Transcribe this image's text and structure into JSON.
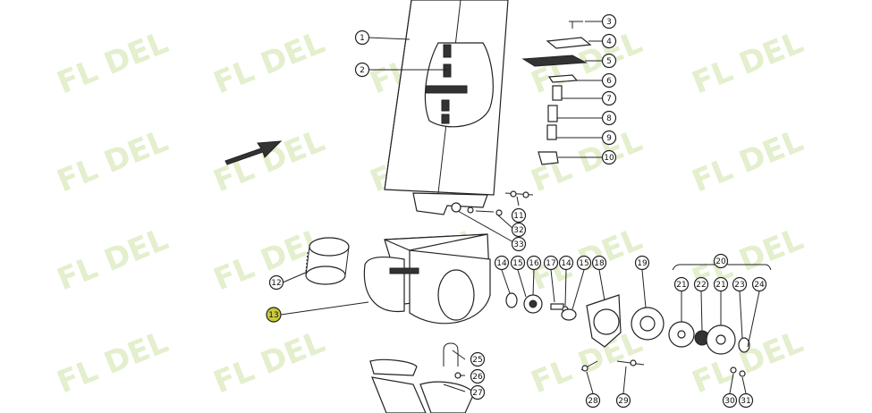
{
  "watermark": {
    "text": "FL DEL",
    "color": "#e3efcd"
  },
  "highlight_color": "#c9cc3a",
  "callouts": [
    {
      "id": "c1",
      "text": "1"
    },
    {
      "id": "c2",
      "text": "2"
    },
    {
      "id": "c3",
      "text": "3"
    },
    {
      "id": "c4",
      "text": "4"
    },
    {
      "id": "c5",
      "text": "5"
    },
    {
      "id": "c6",
      "text": "6"
    },
    {
      "id": "c7",
      "text": "7"
    },
    {
      "id": "c8",
      "text": "8"
    },
    {
      "id": "c9",
      "text": "9"
    },
    {
      "id": "c10",
      "text": "10"
    },
    {
      "id": "c11",
      "text": "11"
    },
    {
      "id": "c12",
      "text": "12"
    },
    {
      "id": "c13",
      "text": "13",
      "highlighted": true
    },
    {
      "id": "c14a",
      "text": "14"
    },
    {
      "id": "c15a",
      "text": "15"
    },
    {
      "id": "c16",
      "text": "16"
    },
    {
      "id": "c17",
      "text": "17"
    },
    {
      "id": "c14b",
      "text": "14"
    },
    {
      "id": "c15b",
      "text": "15"
    },
    {
      "id": "c18",
      "text": "18"
    },
    {
      "id": "c19",
      "text": "19"
    },
    {
      "id": "c20",
      "text": "20"
    },
    {
      "id": "c21a",
      "text": "21"
    },
    {
      "id": "c22",
      "text": "22"
    },
    {
      "id": "c21b",
      "text": "21"
    },
    {
      "id": "c23",
      "text": "23"
    },
    {
      "id": "c24",
      "text": "24"
    },
    {
      "id": "c25",
      "text": "25"
    },
    {
      "id": "c26",
      "text": "26"
    },
    {
      "id": "c27",
      "text": "27"
    },
    {
      "id": "c28",
      "text": "28"
    },
    {
      "id": "c29",
      "text": "29"
    },
    {
      "id": "c30",
      "text": "30"
    },
    {
      "id": "c31",
      "text": "31"
    },
    {
      "id": "c32",
      "text": "32"
    },
    {
      "id": "c33",
      "text": "33"
    }
  ]
}
